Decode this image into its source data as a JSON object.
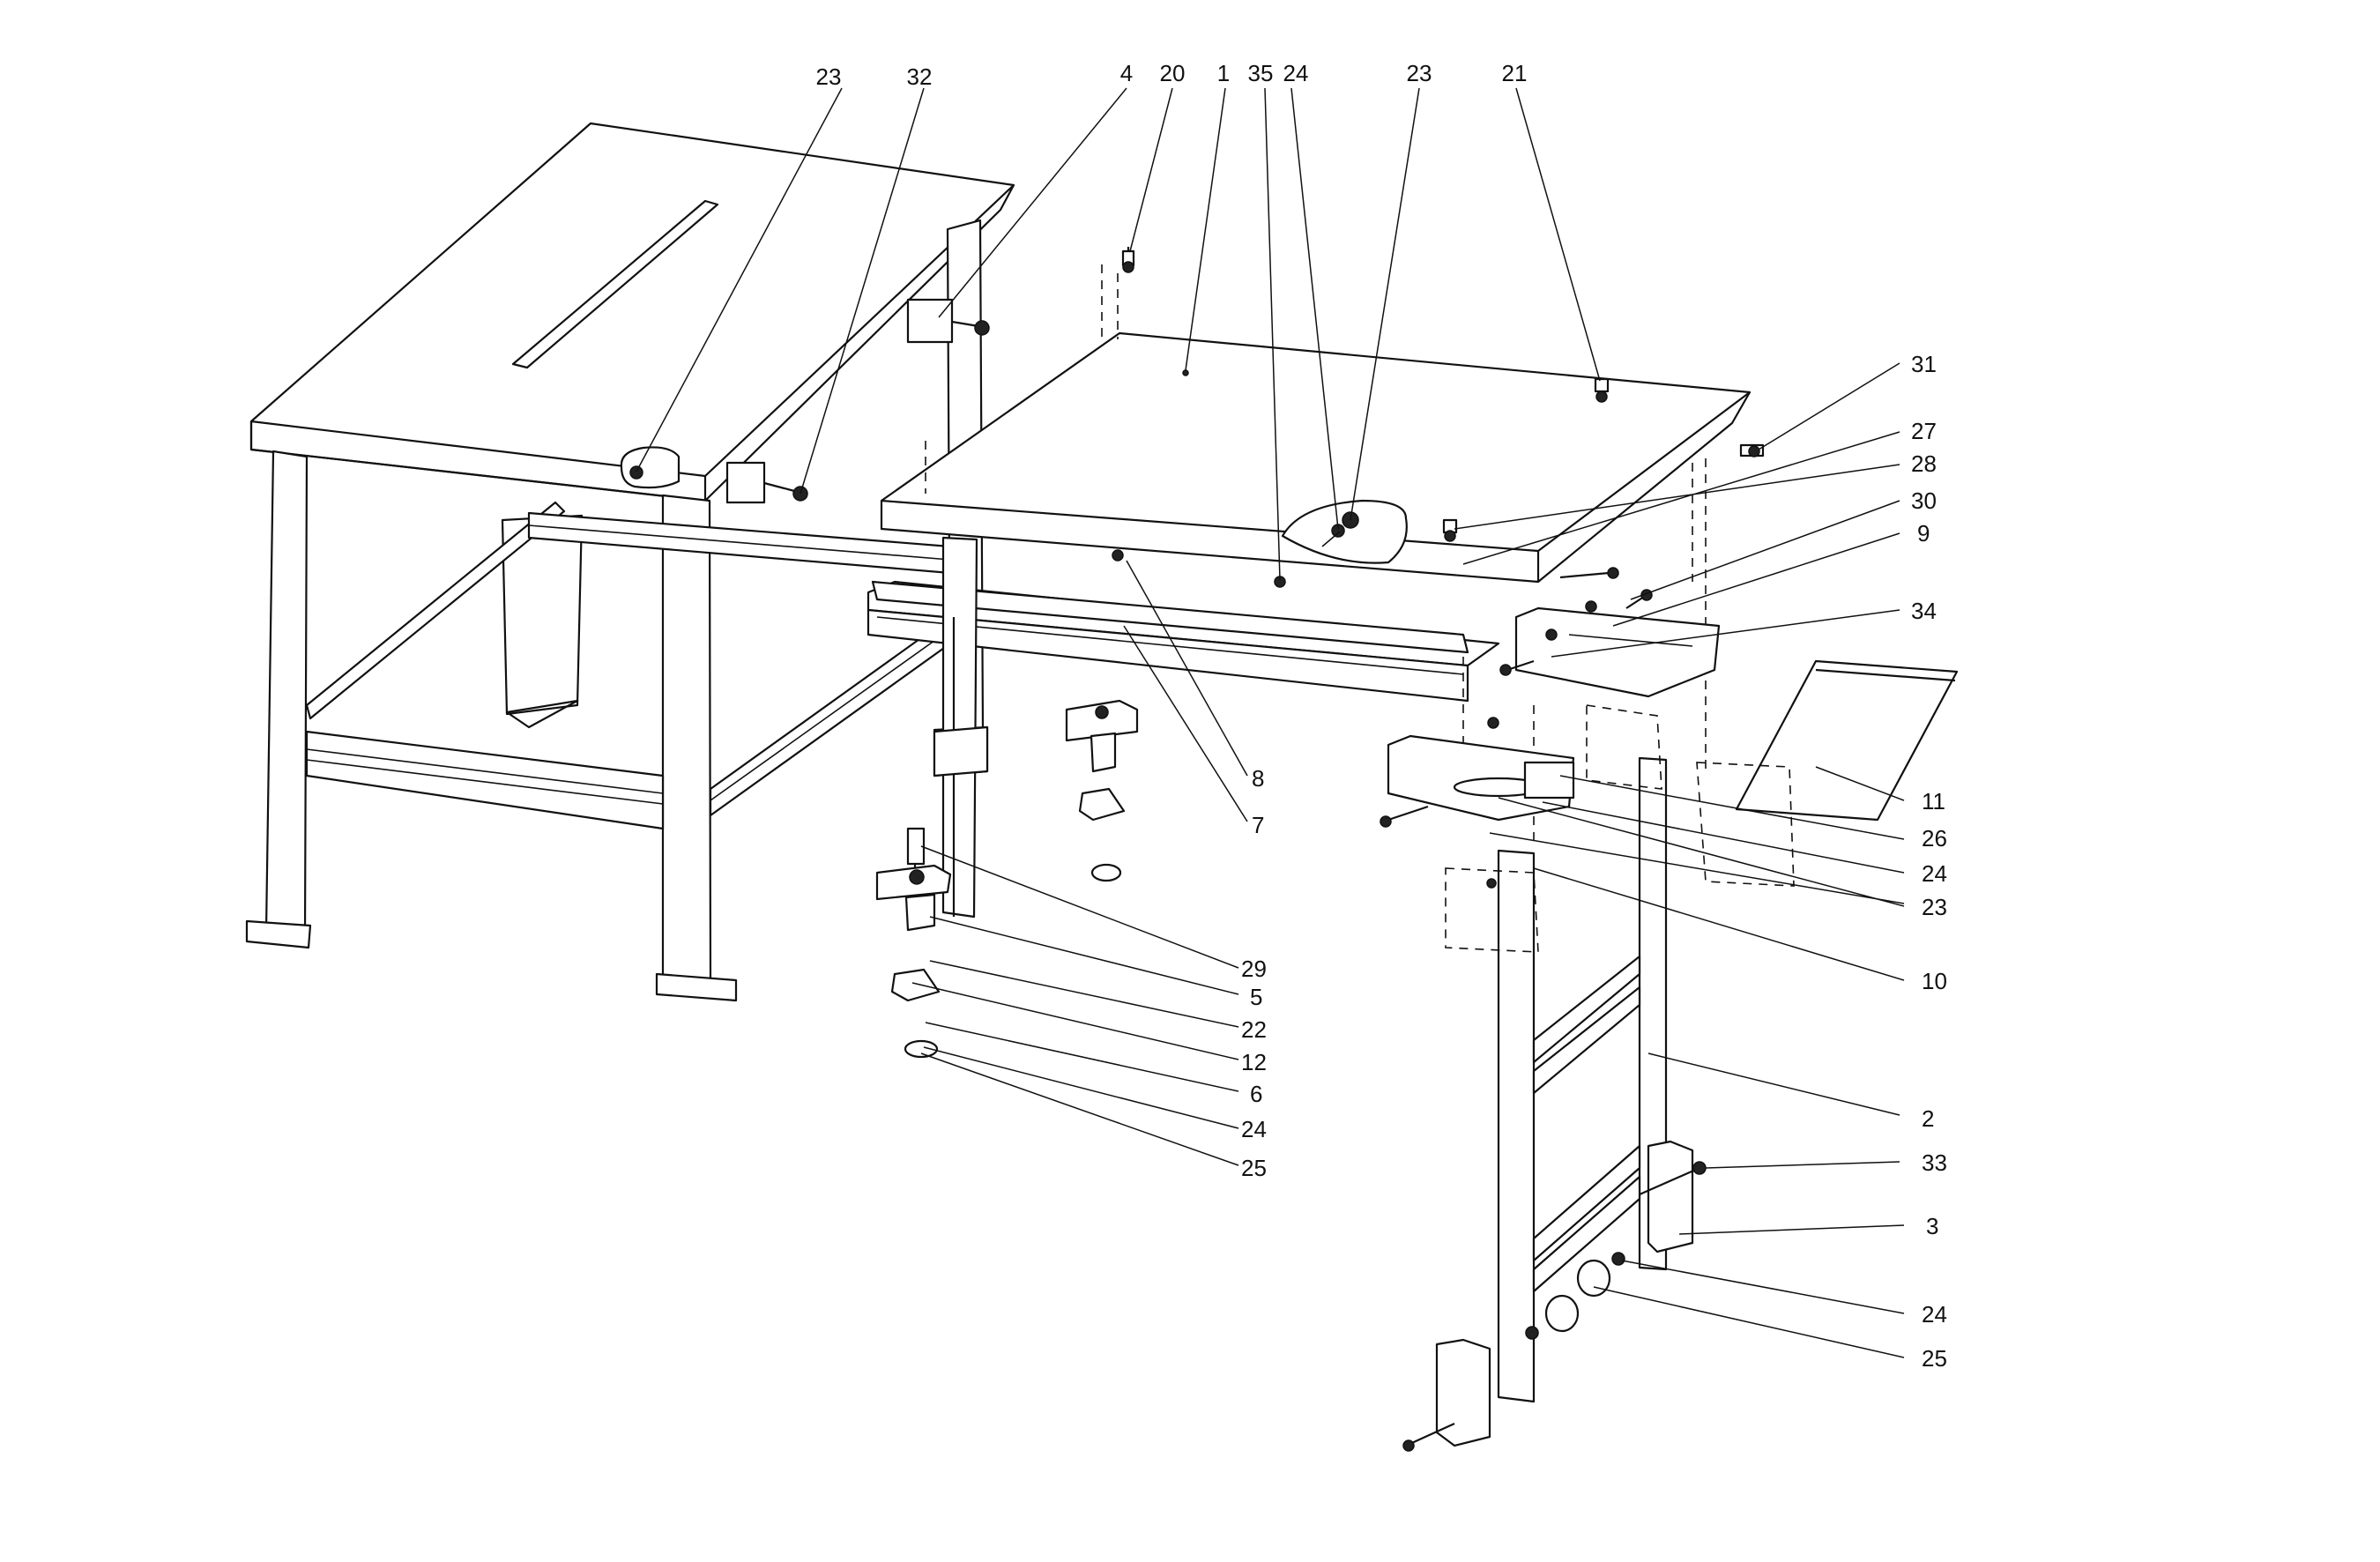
{
  "callouts": [
    {
      "id": "c-23-top-left",
      "text": "23"
    },
    {
      "id": "c-32",
      "text": "32"
    },
    {
      "id": "c-4",
      "text": "4"
    },
    {
      "id": "c-20",
      "text": "20"
    },
    {
      "id": "c-1",
      "text": "1"
    },
    {
      "id": "c-35",
      "text": "35"
    },
    {
      "id": "c-24-top",
      "text": "24"
    },
    {
      "id": "c-23-top",
      "text": "23"
    },
    {
      "id": "c-21",
      "text": "21"
    },
    {
      "id": "c-31",
      "text": "31"
    },
    {
      "id": "c-27",
      "text": "27"
    },
    {
      "id": "c-28",
      "text": "28"
    },
    {
      "id": "c-30",
      "text": "30"
    },
    {
      "id": "c-9",
      "text": "9"
    },
    {
      "id": "c-34",
      "text": "34"
    },
    {
      "id": "c-8",
      "text": "8"
    },
    {
      "id": "c-7",
      "text": "7"
    },
    {
      "id": "c-11",
      "text": "11"
    },
    {
      "id": "c-26",
      "text": "26"
    },
    {
      "id": "c-24-right",
      "text": "24"
    },
    {
      "id": "c-23-right",
      "text": "23"
    },
    {
      "id": "c-10",
      "text": "10"
    },
    {
      "id": "c-29",
      "text": "29"
    },
    {
      "id": "c-5",
      "text": "5"
    },
    {
      "id": "c-22",
      "text": "22"
    },
    {
      "id": "c-12",
      "text": "12"
    },
    {
      "id": "c-6",
      "text": "6"
    },
    {
      "id": "c-24-left",
      "text": "24"
    },
    {
      "id": "c-25-left",
      "text": "25"
    },
    {
      "id": "c-2",
      "text": "2"
    },
    {
      "id": "c-33",
      "text": "33"
    },
    {
      "id": "c-3",
      "text": "3"
    },
    {
      "id": "c-24-bottom",
      "text": "24"
    },
    {
      "id": "c-25-bottom",
      "text": "25"
    }
  ]
}
